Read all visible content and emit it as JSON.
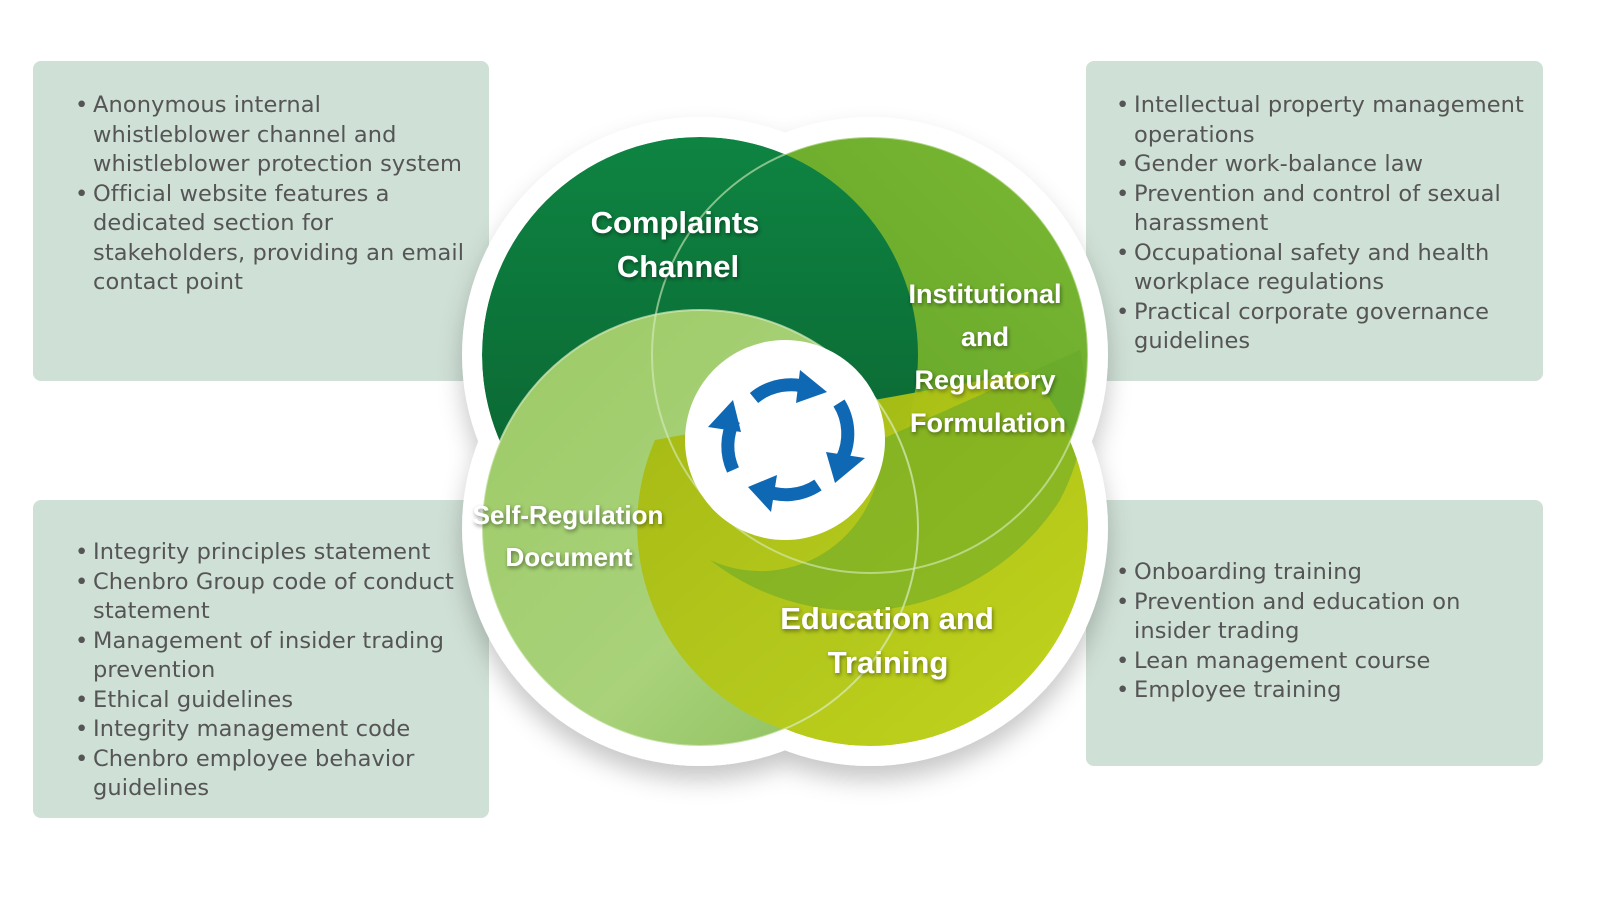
{
  "diagram": {
    "center_icon": "cycle-arrows-icon",
    "segments": [
      {
        "id": "complaints",
        "label_lines": [
          "Complaints",
          "Channel"
        ],
        "color": "#0e7c3e"
      },
      {
        "id": "institutional",
        "label_lines": [
          "Institutional",
          "and",
          "Regulatory",
          "Formulation"
        ],
        "color": "#6cae2c"
      },
      {
        "id": "education",
        "label_lines": [
          "Education and",
          "Training"
        ],
        "color": "#bccf1c"
      },
      {
        "id": "self_regulation",
        "label_lines": [
          "Self-Regulation",
          "Document"
        ],
        "color": "#9fcb6a"
      }
    ],
    "icon_color": "#0f68b4"
  },
  "panels": {
    "complaints": {
      "items": [
        "Anonymous internal whistleblower channel and whistleblower protection system",
        "Official website features a dedicated section for stakeholders, providing an email contact point"
      ]
    },
    "institutional": {
      "items": [
        "Intellectual property management operations",
        "Gender work-balance law",
        "Prevention and control of sexual harassment",
        "Occupational safety and health workplace regulations",
        "Practical corporate governance guidelines"
      ]
    },
    "self_regulation": {
      "items": [
        "Integrity principles statement",
        "Chenbro Group code of conduct statement",
        "Management of insider trading prevention",
        "Ethical guidelines",
        "Integrity management code",
        "Chenbro employee behavior guidelines"
      ]
    },
    "education": {
      "items": [
        "Onboarding training",
        "Prevention and education on insider trading",
        "Lean management course",
        "Employee training"
      ]
    }
  }
}
